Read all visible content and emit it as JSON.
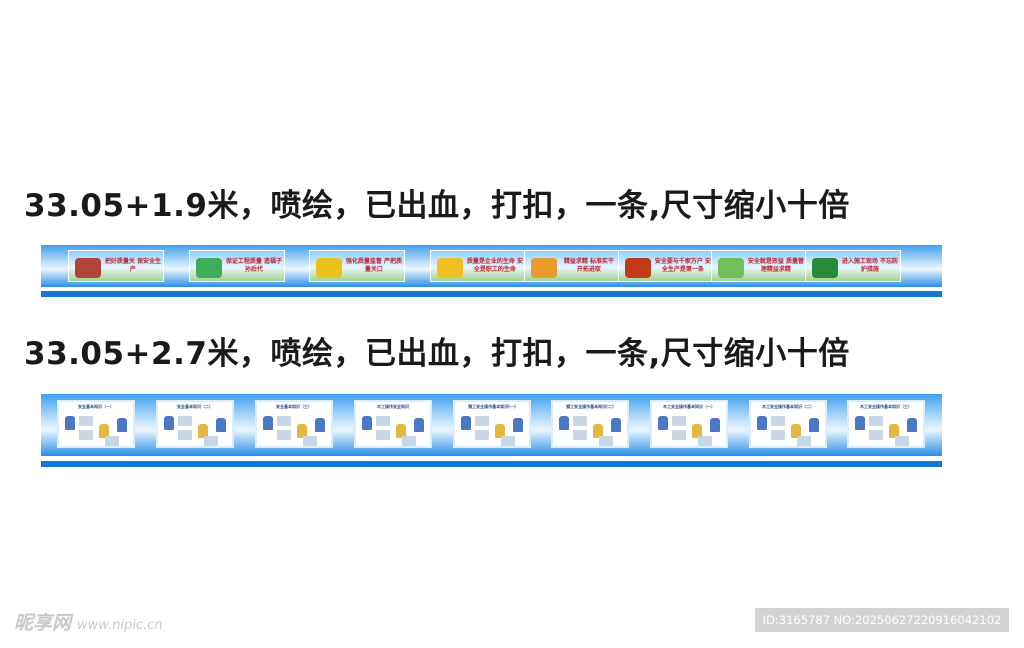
{
  "headings": {
    "first": "33.05+1.9米，喷绘，已出血，打扣，一条,尺寸缩小十倍",
    "second": "33.05+2.7米，喷绘，已出血，打扣，一条,尺寸缩小十倍"
  },
  "strip1": {
    "panels": [
      {
        "text": "把好质量关 保安全生产",
        "accent": "#b0443a"
      },
      {
        "text": "保证工程质量 造福子孙后代",
        "accent": "#3fae5a"
      },
      {
        "text": "强化质量监督 严把质量关口",
        "accent": "#e8c21a"
      },
      {
        "text": "质量是企业的生命 安全是职工的生命",
        "accent": "#f0c020"
      },
      {
        "text": "精益求精 标准实干 开拓进取",
        "accent": "#e89a2a"
      },
      {
        "text": "安全要与千家万户 安全生产是第一条",
        "accent": "#c23a1a"
      },
      {
        "text": "安全就是效益 质量管理精益求精",
        "accent": "#6fbf5a"
      },
      {
        "text": "进入施工现场 不忘防护措施",
        "accent": "#2a8a3a"
      }
    ]
  },
  "strip2": {
    "panels": [
      {
        "title": "安全基本知识（一）"
      },
      {
        "title": "安全基本知识（二）"
      },
      {
        "title": "安全基本知识（三）"
      },
      {
        "title": "木工操作安全知识"
      },
      {
        "title": "钢工安全操作基本知识(一)"
      },
      {
        "title": "钢工安全操作基本知识(二)"
      },
      {
        "title": "木工安全操作基本知识（一）"
      },
      {
        "title": "木工安全操作基本知识（二）"
      },
      {
        "title": "木工安全操作基本知识（三）"
      }
    ]
  },
  "watermark": {
    "logo": "昵享网",
    "url": "www.nipic.cn",
    "id_text": "ID:3165787 NO:20250627220916042102"
  }
}
